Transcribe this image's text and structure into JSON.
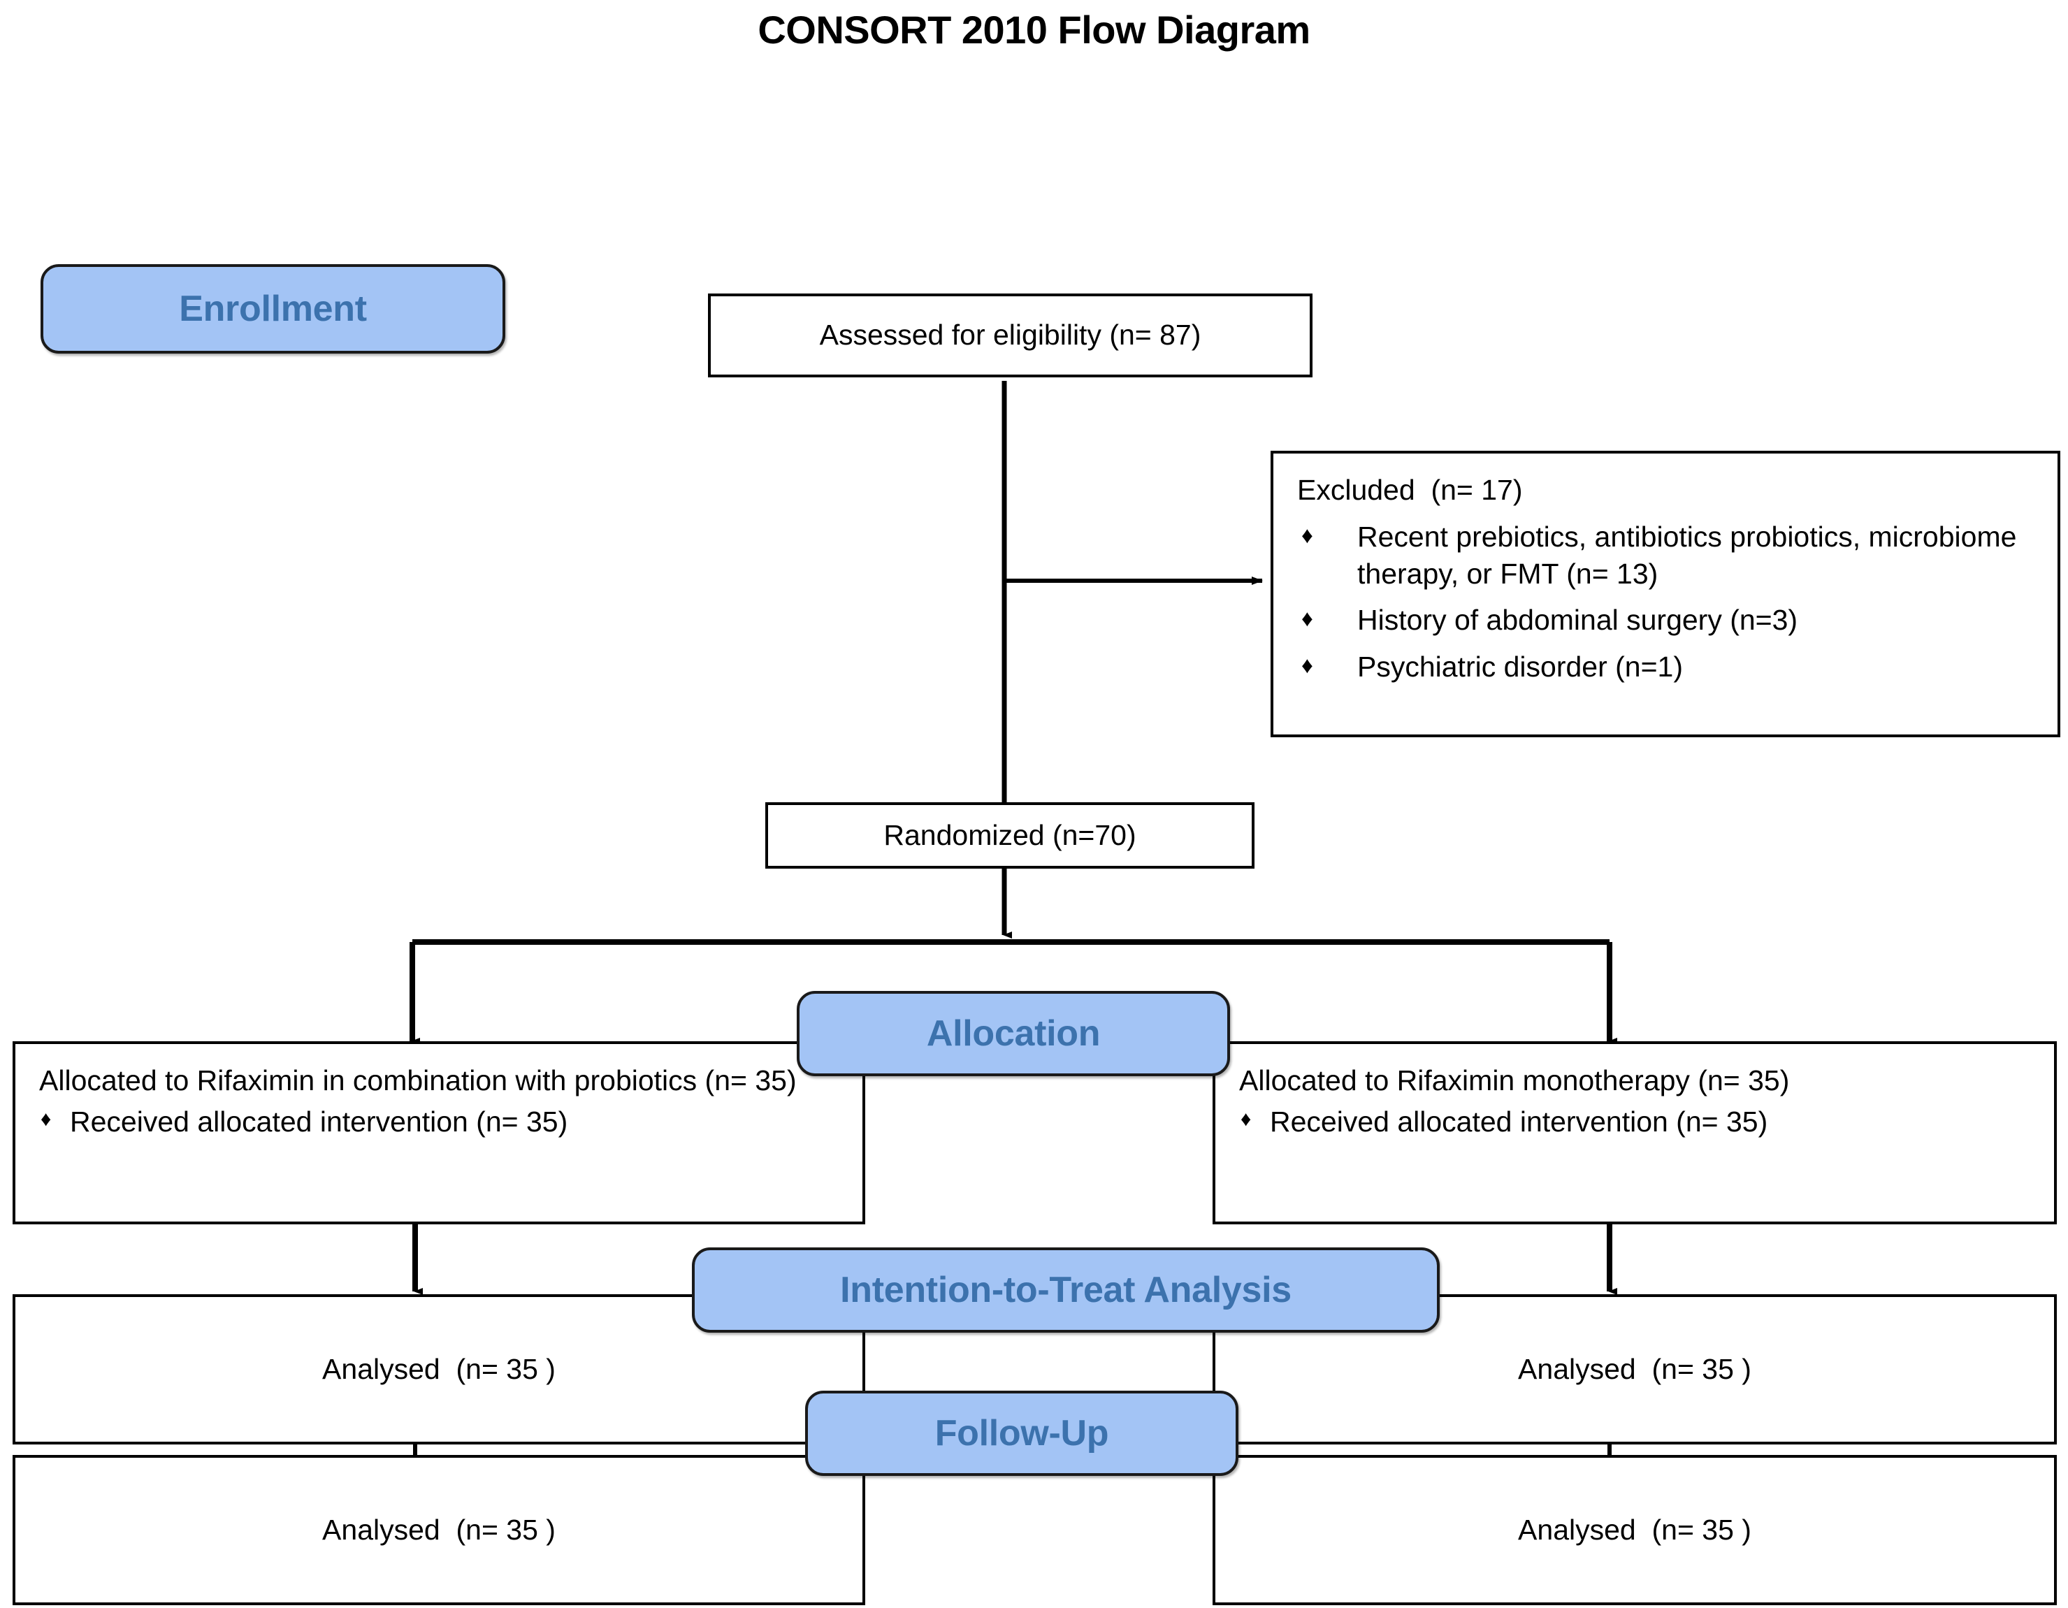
{
  "title": "CONSORT 2010 Flow Diagram",
  "colors": {
    "badge_fill": "#a3c4f5",
    "badge_text": "#3c72ad",
    "badge_border": "#1a1a1a",
    "box_border": "#000000",
    "box_fill": "#ffffff",
    "text": "#000000",
    "page_background": "#ffffff"
  },
  "stages": {
    "enrollment": "Enrollment",
    "allocation": "Allocation",
    "intention_to_treat": "Intention-to-Treat Analysis",
    "follow_up": "Follow-Up"
  },
  "enrollment": {
    "assessed": "Assessed for eligibility (n= 87)",
    "excluded": {
      "heading": "Excluded  (n= 17)",
      "bullet_glyph": "♦",
      "reasons": [
        "Recent prebiotics, antibiotics probiotics, microbiome therapy, or FMT (n= 13)",
        "History of abdominal surgery (n=3)",
        "Psychiatric disorder (n=1)"
      ]
    },
    "randomized": "Randomized (n=70)"
  },
  "allocation": {
    "bullet_glyph": "♦",
    "left": {
      "heading": "Allocated to Rifaximin in combination with probiotics (n= 35)",
      "items": [
        "Received allocated intervention (n= 35)"
      ]
    },
    "right": {
      "heading": "Allocated to Rifaximin monotherapy (n= 35)",
      "items": [
        "Received allocated intervention (n= 35)"
      ]
    }
  },
  "analysis_itt": {
    "left": "Analysed  (n= 35 )",
    "right": "Analysed  (n= 35 )"
  },
  "analysis_followup": {
    "left": "Analysed  (n= 35 )",
    "right": "Analysed  (n= 35 )"
  }
}
